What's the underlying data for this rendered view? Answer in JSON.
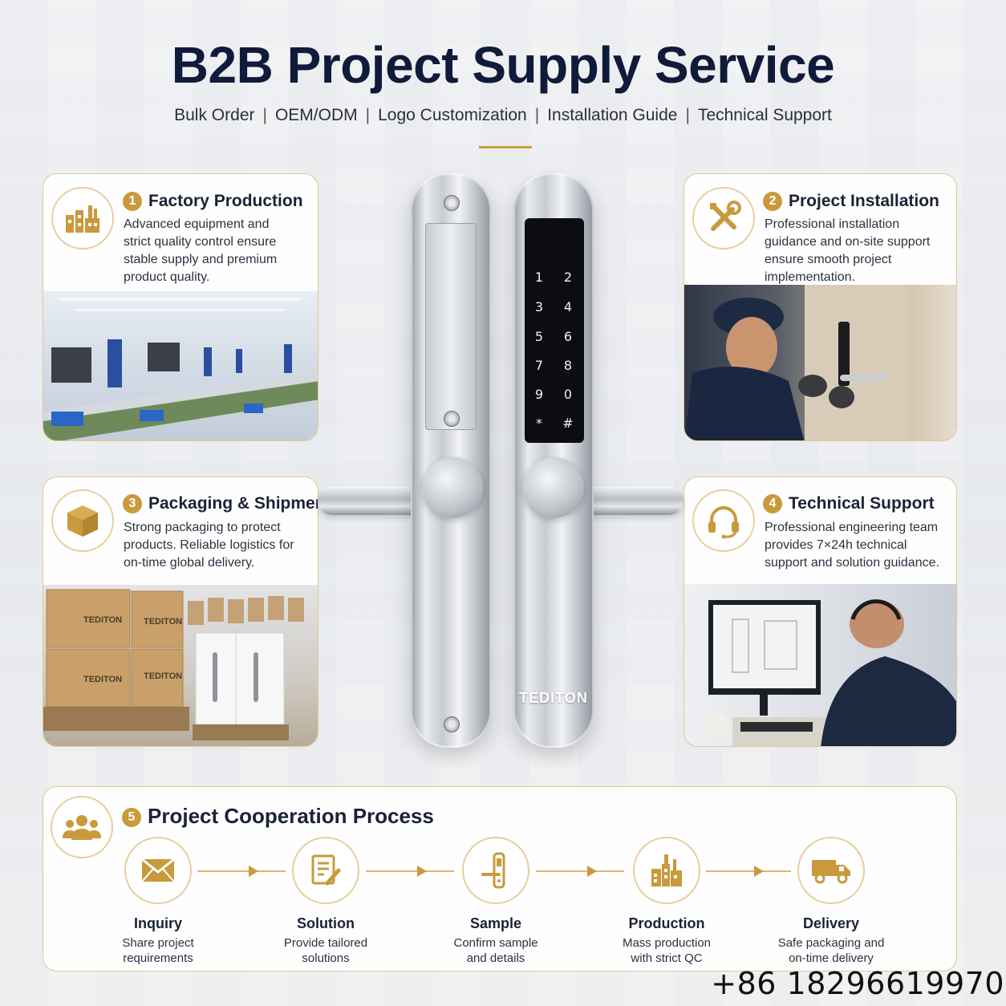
{
  "header": {
    "title": "B2B Project Supply Service",
    "services": [
      "Bulk Order",
      "OEM/ODM",
      "Logo Customization",
      "Installation Guide",
      "Technical Support"
    ]
  },
  "cards": {
    "factory": {
      "number": "1",
      "title": "Factory Production",
      "desc": "Advanced equipment and strict quality control ensure stable supply and premium product quality.",
      "icon": "factory-icon"
    },
    "installation": {
      "number": "2",
      "title": "Project Installation",
      "desc": "Professional installation guidance and on-site support ensure smooth project implementation.",
      "icon": "wrench-screwdriver-icon"
    },
    "packaging": {
      "number": "3",
      "title": "Packaging & Shipment",
      "desc": "Strong packaging to protect products. Reliable logistics for on-time global delivery.",
      "icon": "package-box-icon",
      "box_brand": "TEDITON"
    },
    "support": {
      "number": "4",
      "title": "Technical Support",
      "desc": "Professional engineering team provides 7×24h technical support and solution guidance.",
      "icon": "headset-icon"
    }
  },
  "product": {
    "brand": "TEDITON",
    "keys": [
      "1",
      "2",
      "3",
      "4",
      "5",
      "6",
      "7",
      "8",
      "9",
      "0",
      "*",
      "#"
    ]
  },
  "process": {
    "number": "5",
    "title": "Project Cooperation Process",
    "icon": "team-icon",
    "steps": [
      {
        "label": "Inquiry",
        "desc": "Share project requirements",
        "icon": "envelope-icon"
      },
      {
        "label": "Solution",
        "desc": "Provide tailored solutions",
        "icon": "document-edit-icon"
      },
      {
        "label": "Sample",
        "desc": "Confirm sample and details",
        "icon": "door-lock-icon"
      },
      {
        "label": "Production",
        "desc": "Mass production with strict QC",
        "icon": "factory-icon"
      },
      {
        "label": "Delivery",
        "desc": "Safe packaging and on-time delivery",
        "icon": "truck-icon"
      }
    ]
  },
  "contact": {
    "phone": "+86 18296619970"
  },
  "colors": {
    "gold": "#c99a3c",
    "navy": "#101a3a",
    "border": "#e2c88e"
  }
}
